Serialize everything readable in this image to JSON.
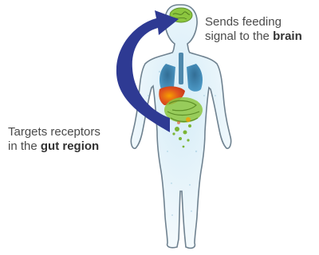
{
  "labels": {
    "brain": {
      "line1": "Sends feeding",
      "line2_prefix": "signal to the ",
      "line2_bold": "brain"
    },
    "gut": {
      "line1": "Targets receptors",
      "line2_prefix": "in the ",
      "line2_bold": "gut region"
    }
  },
  "colors": {
    "arrow": "#2e3a93",
    "body_outline": "#6f8290",
    "lungs": "#2f7db0",
    "liver": "#e0531e",
    "intestine": "#8cc63f",
    "brain": "#8cc63f"
  },
  "icons": [
    "curved-arrow-icon",
    "human-body-icon"
  ]
}
